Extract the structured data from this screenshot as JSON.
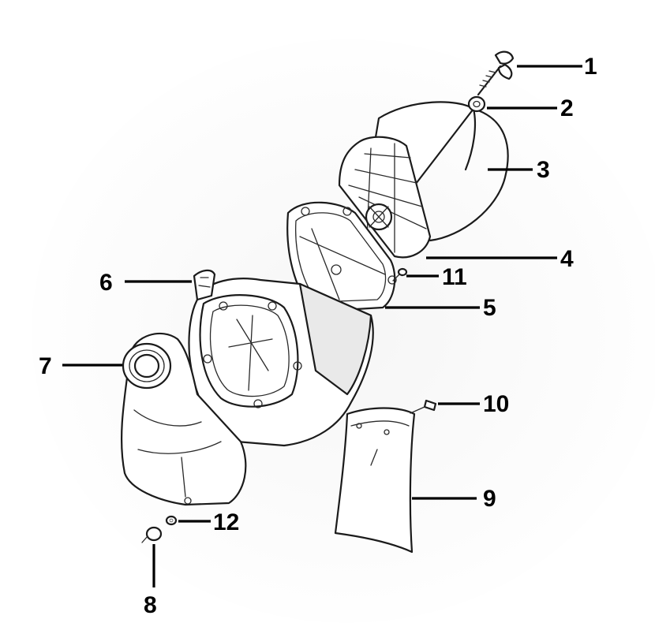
{
  "diagram": {
    "background_color": "#ffffff",
    "ink_color": "#000000",
    "callouts": [
      "1",
      "2",
      "3",
      "4",
      "5",
      "6",
      "7",
      "8",
      "9",
      "10",
      "11",
      "12"
    ]
  }
}
